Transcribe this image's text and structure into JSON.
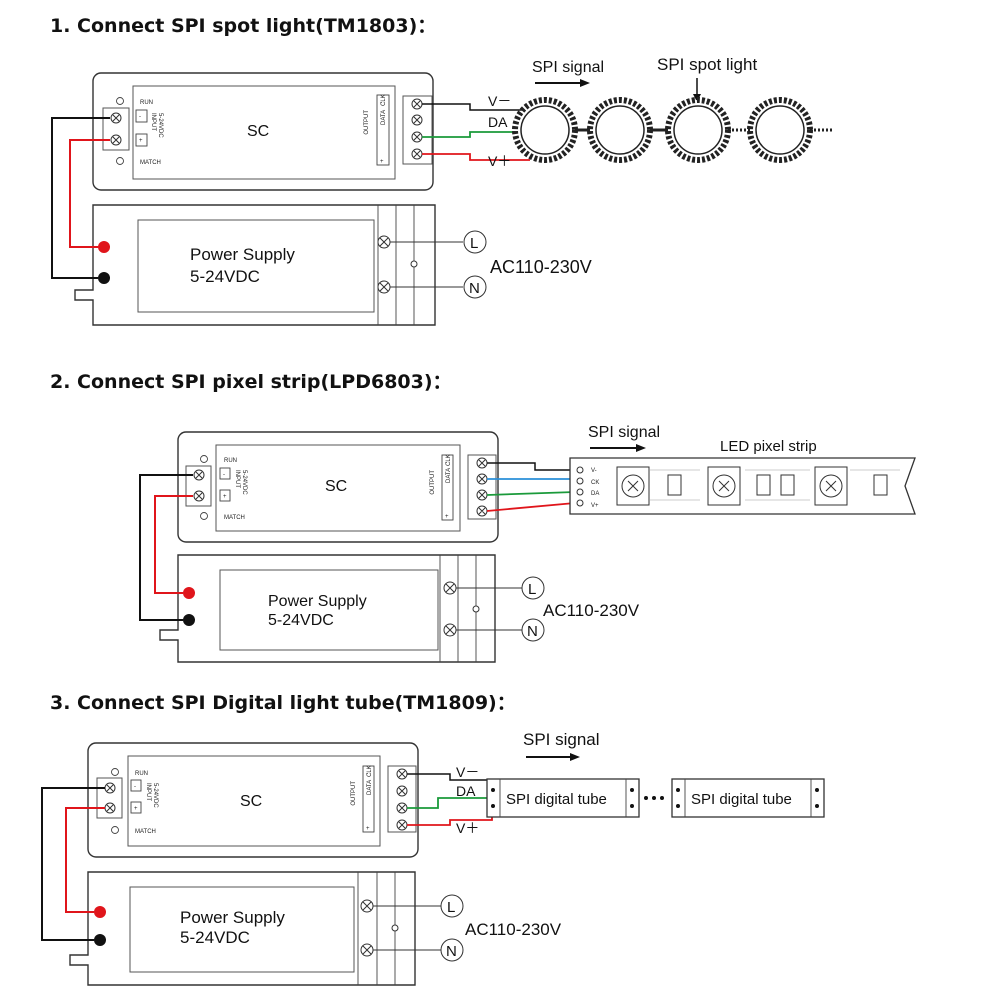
{
  "sections": [
    {
      "title": "1. Connect SPI spot light(TM1803)：",
      "controller": {
        "name": "SC",
        "run": "RUN",
        "match": "MATCH",
        "input": "INPUT",
        "input_voltage": "5-24VDC",
        "minus": "-",
        "plus": "+",
        "output": "OUTPUT",
        "data": "DATA",
        "clk": "CLK"
      },
      "power": {
        "line1": "Power Supply",
        "line2": "5-24VDC",
        "l": "L",
        "n": "N",
        "ac": "AC110-230V"
      },
      "signal": "SPI signal",
      "load": "SPI spot light",
      "wires": {
        "vminus": "V－",
        "da": "DA",
        "vplus": "V＋"
      }
    },
    {
      "title": "2. Connect SPI pixel strip(LPD6803)：",
      "controller": {
        "name": "SC",
        "run": "RUN",
        "match": "MATCH",
        "input": "INPUT",
        "input_voltage": "5-24VDC",
        "minus": "-",
        "plus": "+",
        "output": "OUTPUT",
        "data": "DATA",
        "clk": "CLK"
      },
      "power": {
        "line1": "Power Supply",
        "line2": "5-24VDC",
        "l": "L",
        "n": "N",
        "ac": "AC110-230V"
      },
      "signal": "SPI signal",
      "load": "LED pixel strip",
      "wires": {
        "vminus": "V-",
        "ck": "CK",
        "da": "DA",
        "vplus": "V+"
      }
    },
    {
      "title": "3. Connect SPI Digital light tube(TM1809)：",
      "controller": {
        "name": "SC",
        "run": "RUN",
        "match": "MATCH",
        "input": "INPUT",
        "input_voltage": "5-24VDC",
        "minus": "-",
        "plus": "+",
        "output": "OUTPUT",
        "data": "DATA",
        "clk": "CLK"
      },
      "power": {
        "line1": "Power Supply",
        "line2": "5-24VDC",
        "l": "L",
        "n": "N",
        "ac": "AC110-230V"
      },
      "signal": "SPI signal",
      "load": "SPI digital tube",
      "load2": "SPI digital tube",
      "wires": {
        "vminus": "V－",
        "da": "DA",
        "vplus": "V＋"
      }
    }
  ],
  "colors": {
    "red": "#e0151b",
    "green": "#1a9a3a",
    "blue": "#2a8fd8",
    "black": "#111111"
  }
}
